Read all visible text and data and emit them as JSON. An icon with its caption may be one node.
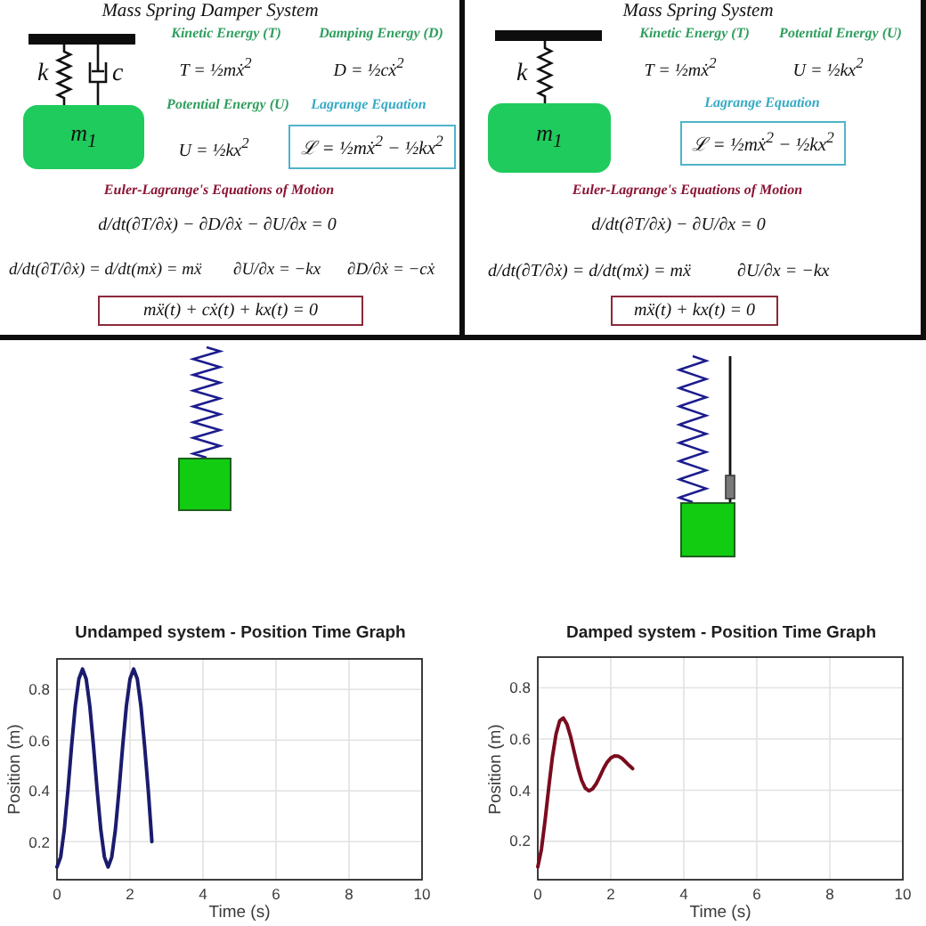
{
  "diagram": {
    "nodes": [
      {
        "text": [
          "m$_{1}$"
        ]
      },
      {
        "text": [
          "ℒ = ½mẋ$^{2}$ − ½kx$^{2}$"
        ],
        "beside": [
          "Lagrange Equation"
        ]
      },
      {
        "text": [
          "mẍ(t) + cẋ(t) + kx(t) = 0"
        ]
      },
      {
        "text": [
          "m$_{1}$"
        ]
      },
      {
        "text": [
          "ℒ = ½mẋ$^{2}$ − ½kx$^{2}$"
        ],
        "beside": [
          "Lagrange Equation"
        ]
      },
      {
        "text": [
          "mẍ(t) + kx(t) = 0"
        ]
      },
      {
        "text": [],
        "shape": "box"
      },
      {
        "text": [],
        "shape": "box"
      }
    ],
    "labels": [
      "Mass Spring Damper System",
      "Kinetic Energy (T)",
      "Damping Energy (D)",
      "k",
      "c",
      "T = ½mẋ$^{2}$",
      "D = ½cẋ$^{2}$",
      "Potential Energy (U)",
      "U = ½kx$^{2}$",
      "Euler-Lagrange's Equations of Motion",
      "d/dt(∂T/∂ẋ) − ∂D/∂ẋ − ∂U/∂x = 0",
      "d/dt(∂T/∂ẋ) = d/dt(mẋ) = mẍ",
      "∂U/∂x = −kx",
      "∂D/∂ẋ = −cẋ",
      "Mass Spring System",
      "Kinetic Energy (T)",
      "Potential Energy (U)",
      "k",
      "T = ½mẋ$^{2}$",
      "U = ½kx$^{2}$",
      "Euler-Lagrange's Equations of Motion",
      "d/dt(∂T/∂ẋ) − ∂U/∂x = 0",
      "d/dt(∂T/∂ẋ) = d/dt(mẋ) = mẍ",
      "∂U/∂x = −kx"
    ],
    "chart_data": [
      {
        "type": "line",
        "title": "Undamped system - Position Time Graph",
        "xlabel": "Time (s)",
        "ylabel": "Position (m)",
        "x": [
          0,
          0.1,
          0.2,
          0.3,
          0.4,
          0.5,
          0.6,
          0.7,
          0.8,
          0.9,
          1,
          1.1,
          1.2,
          1.3,
          1.4,
          1.5,
          1.6,
          1.7,
          1.8,
          1.9,
          2,
          2.1,
          2.2,
          2.3,
          2.4,
          2.5,
          2.6
        ],
        "series": [
          {
            "color": "#1b1b6e",
            "values": [
              0.1,
              0.139,
              0.247,
              0.403,
              0.577,
              0.733,
              0.841,
              0.88,
              0.841,
              0.733,
              0.577,
              0.403,
              0.247,
              0.139,
              0.1,
              0.139,
              0.247,
              0.403,
              0.577,
              0.733,
              0.841,
              0.88,
              0.841,
              0.733,
              0.577,
              0.403,
              0.2
            ]
          }
        ],
        "xlim": [
          0,
          10
        ],
        "ylim": [
          0.05,
          0.92
        ],
        "xticks": [
          0,
          2,
          4,
          6,
          8,
          10
        ],
        "yticks": [
          0.2,
          0.4,
          0.6,
          0.8
        ],
        "grid": true
      },
      {
        "type": "line",
        "title": "Damped system - Position Time Graph",
        "xlabel": "Time (s)",
        "ylabel": "Position (m)",
        "x": [
          0,
          0.1,
          0.2,
          0.3,
          0.4,
          0.5,
          0.6,
          0.7,
          0.8,
          0.9,
          1,
          1.1,
          1.2,
          1.3,
          1.4,
          1.5,
          1.6,
          1.7,
          1.8,
          1.9,
          2,
          2.1,
          2.2,
          2.3,
          2.4,
          2.5,
          2.6
        ],
        "series": [
          {
            "color": "#7a0c1e",
            "values": [
              0.1,
              0.169,
              0.282,
              0.41,
              0.529,
              0.619,
              0.671,
              0.682,
              0.657,
              0.609,
              0.548,
              0.488,
              0.439,
              0.408,
              0.397,
              0.405,
              0.425,
              0.453,
              0.484,
              0.509,
              0.526,
              0.534,
              0.533,
              0.525,
              0.511,
              0.497,
              0.484
            ]
          }
        ],
        "xlim": [
          0,
          10
        ],
        "ylim": [
          0.05,
          0.92
        ],
        "xticks": [
          0,
          2,
          4,
          6,
          8,
          10
        ],
        "yticks": [
          0.2,
          0.4,
          0.6,
          0.8
        ],
        "grid": true
      }
    ]
  }
}
